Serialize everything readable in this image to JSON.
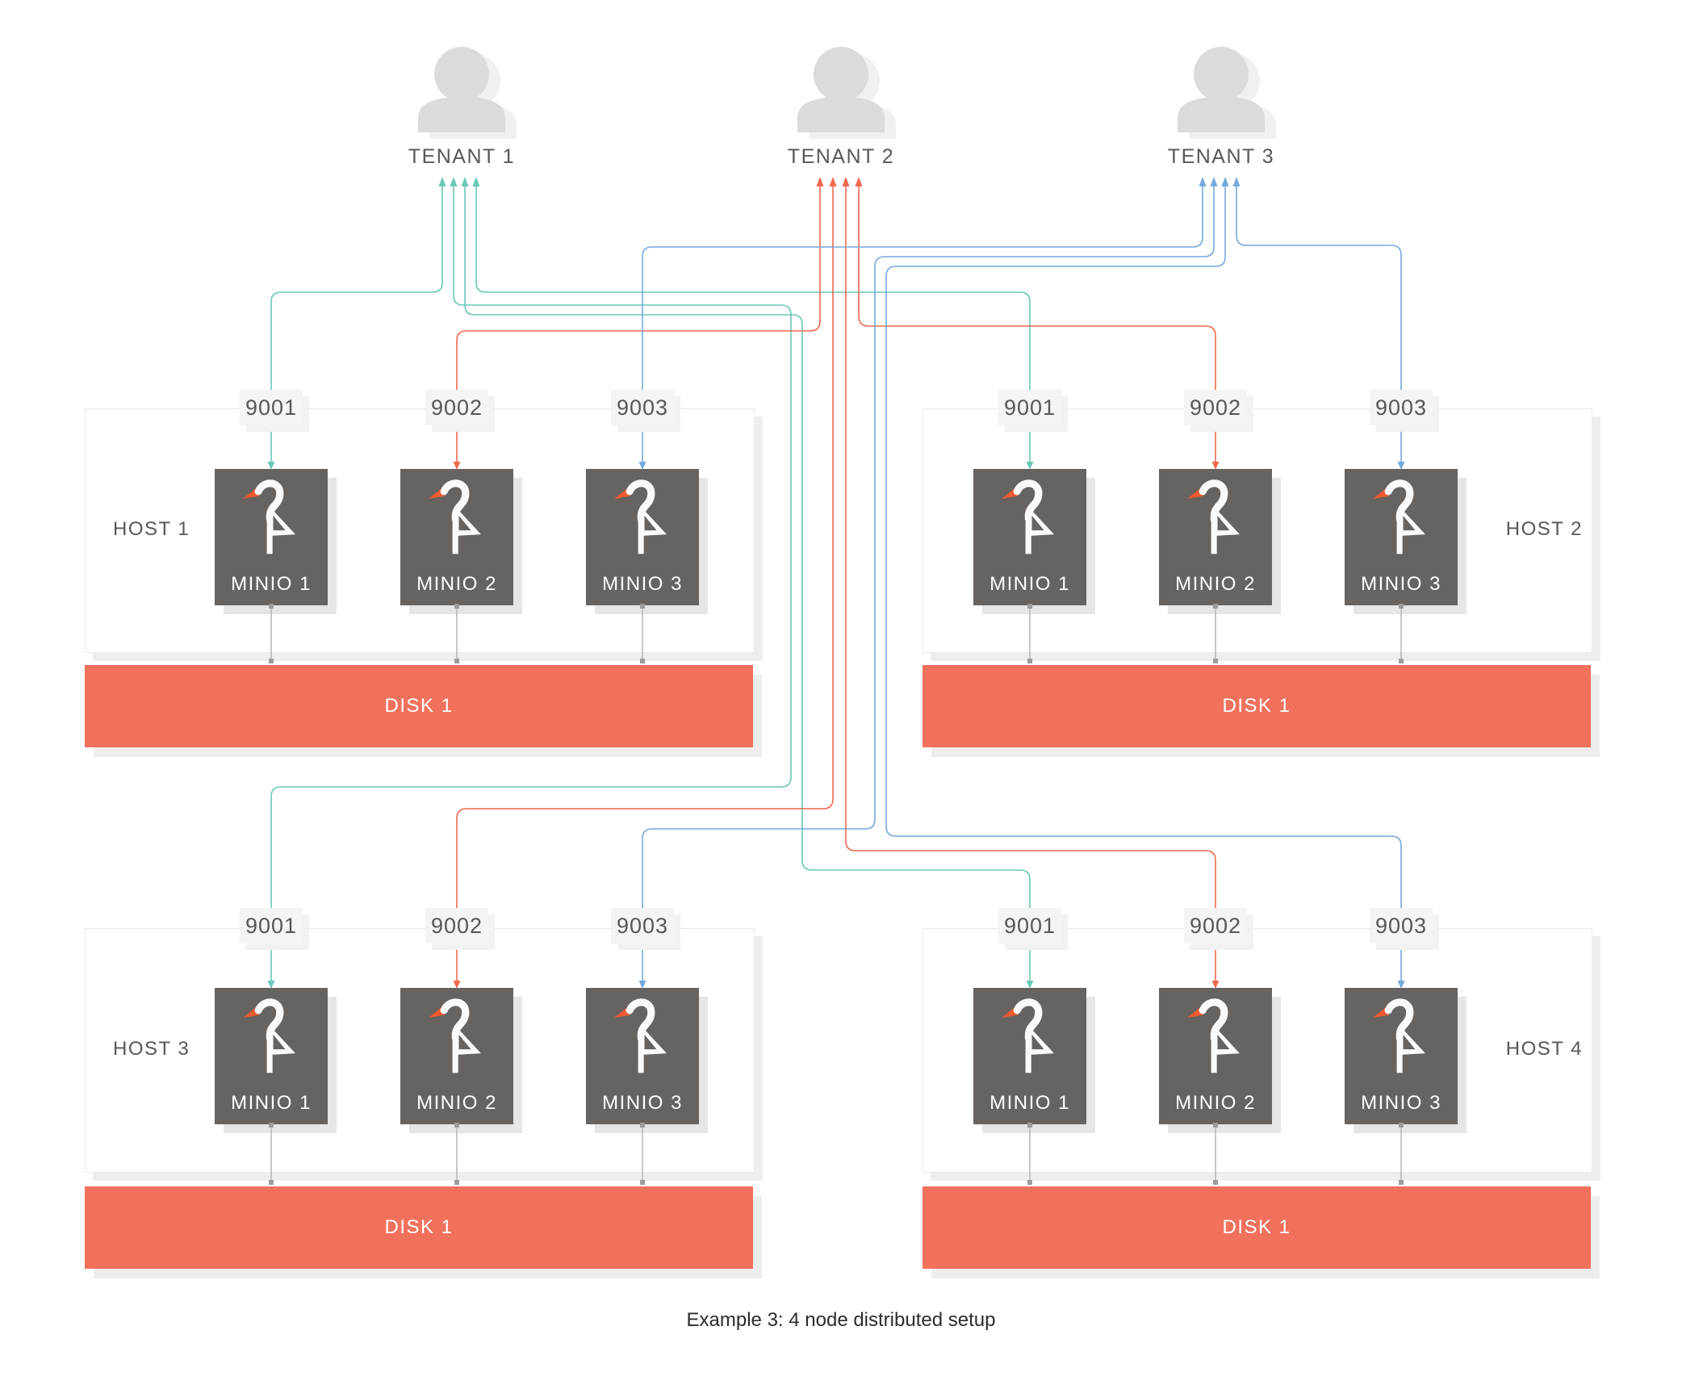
{
  "caption": "Example 3: 4 node distributed setup",
  "tenants": [
    {
      "label": "TENANT 1"
    },
    {
      "label": "TENANT 2"
    },
    {
      "label": "TENANT 3"
    }
  ],
  "hosts": [
    {
      "label": "HOST 1",
      "ports": [
        "9001",
        "9002",
        "9003"
      ],
      "nodes": [
        "MINIO 1",
        "MINIO 2",
        "MINIO 3"
      ],
      "disk_label": "DISK 1"
    },
    {
      "label": "HOST 2",
      "ports": [
        "9001",
        "9002",
        "9003"
      ],
      "nodes": [
        "MINIO 1",
        "MINIO 2",
        "MINIO 3"
      ],
      "disk_label": "DISK 1"
    },
    {
      "label": "HOST 3",
      "ports": [
        "9001",
        "9002",
        "9003"
      ],
      "nodes": [
        "MINIO 1",
        "MINIO 2",
        "MINIO 3"
      ],
      "disk_label": "DISK 1"
    },
    {
      "label": "HOST 4",
      "ports": [
        "9001",
        "9002",
        "9003"
      ],
      "nodes": [
        "MINIO 1",
        "MINIO 2",
        "MINIO 3"
      ],
      "disk_label": "DISK 1"
    }
  ],
  "icons": {
    "tenant_icon": "user-silhouette",
    "node_icon": "minio-stork-logo"
  },
  "colors": {
    "teal": "#69C8B7",
    "red": "#F0684F",
    "blue": "#73A9DA",
    "disk_fill": "#F2715C",
    "node_fill": "#666361",
    "beak_orange": "#EE5A2F",
    "link_gray": "#B5B5B5",
    "link_node": "#9C9C9C",
    "port_bg": "#F4F4F4",
    "label_gray": "#56575B",
    "caption_color": "#2C2C2C",
    "icon_gray": "#DBDBDB",
    "icon_shadow": "#F0F0F0"
  }
}
